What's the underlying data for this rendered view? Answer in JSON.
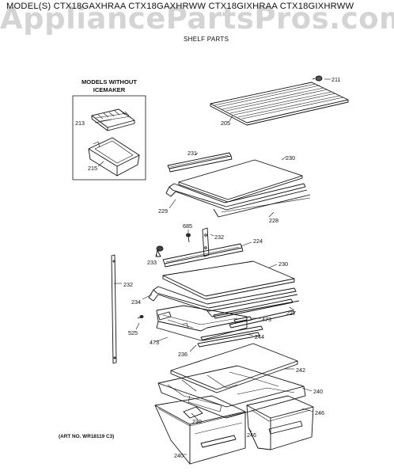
{
  "watermark": "AppliancePartsPros.com",
  "header": {
    "models": "MODEL(S) CTX18GAXHRAA  CTX18GAXHRWW  CTX18GIXHRAA  CTX18GIXHRWW",
    "subtitle": "SHELF PARTS"
  },
  "inset": {
    "title_line1": "MODELS WITHOUT",
    "title_line2": "ICEMAKER"
  },
  "art_number": "(ART NO. WR18119 C3)",
  "labels": {
    "p211": "211",
    "p205": "205",
    "p213": "213",
    "p215": "215",
    "p231": "231",
    "p230a": "230",
    "p229": "229",
    "p228": "228",
    "p685": "685",
    "p232a": "232",
    "p224": "224",
    "p233": "233",
    "p230b": "230",
    "p232b": "232",
    "p234": "234",
    "p227": "227",
    "p473a": "473",
    "p525": "525",
    "p473b": "473",
    "p244": "244",
    "p236": "236",
    "p242": "242",
    "p240a": "240",
    "p246a": "246",
    "p239": "239",
    "p246b": "246",
    "p240b": "240"
  },
  "colors": {
    "ink": "#111111",
    "watermark": "#8c8c8c",
    "background": "#ffffff"
  }
}
